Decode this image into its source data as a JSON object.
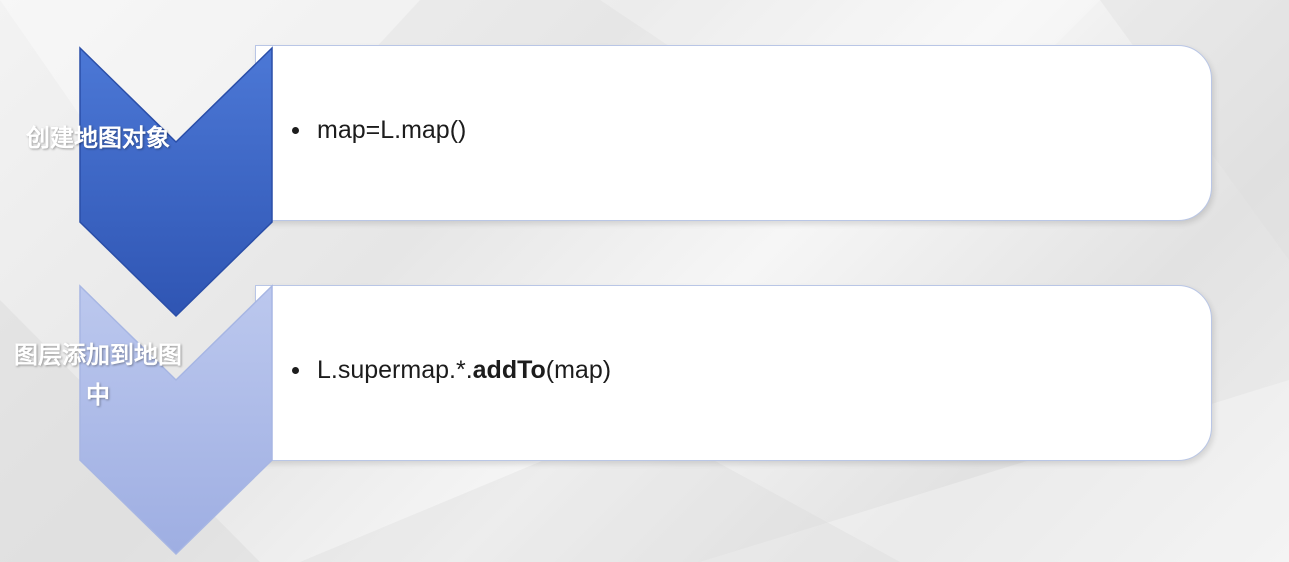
{
  "steps": [
    {
      "label": "创建地图对象",
      "bullet_prefix": "map=L.map()",
      "bullet_bold": "",
      "bullet_suffix": ""
    },
    {
      "label": "图层添加到地图中",
      "bullet_prefix": "L.supermap.*.",
      "bullet_bold": "addTo",
      "bullet_suffix": "(map)"
    }
  ],
  "colors": {
    "step1_chevron": "#3a63c2",
    "step2_chevron": "#a9b7e6",
    "card_border": "#b9c6e6"
  }
}
